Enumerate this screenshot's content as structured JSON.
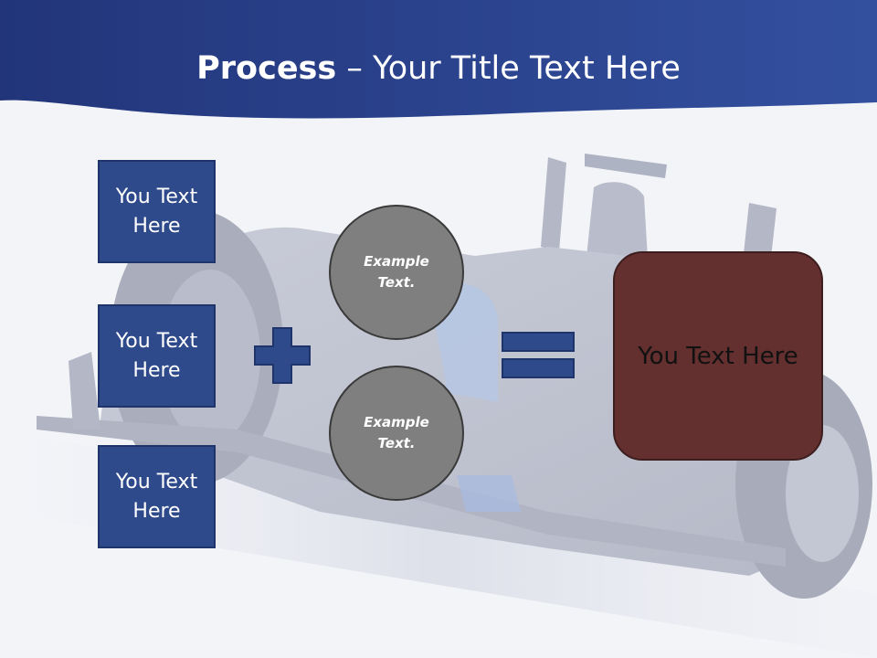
{
  "header": {
    "title_bold": "Process",
    "title_rest": " – Your Title Text Here"
  },
  "inputs": [
    {
      "label": "You Text Here"
    },
    {
      "label": "You Text Here"
    },
    {
      "label": "You Text Here"
    }
  ],
  "examples": [
    {
      "label": "Example Text."
    },
    {
      "label": "Example Text."
    }
  ],
  "result": {
    "label": "You Text Here"
  },
  "icons": {
    "plus": "plus-icon",
    "equals": "equals-icon",
    "background": "race-car-image"
  },
  "colors": {
    "header_blue": "#2a3f85",
    "box_blue": "#2e4a8b",
    "circle_gray": "#7f7f7f",
    "result_brown": "#632f2f"
  }
}
